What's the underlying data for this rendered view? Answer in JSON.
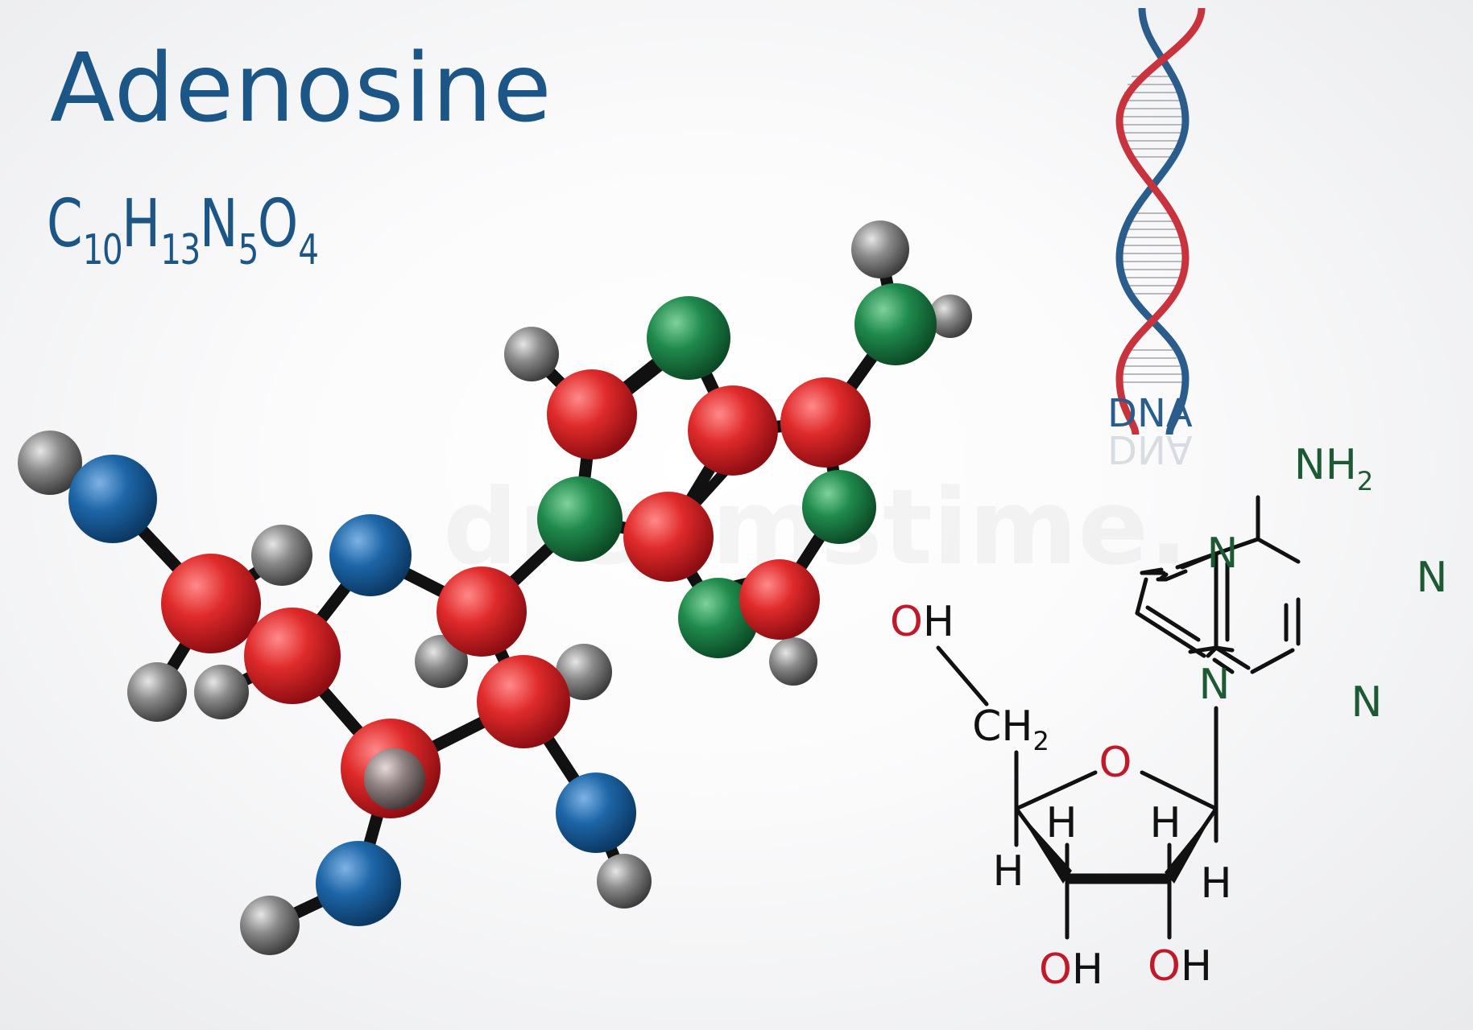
{
  "title": "Adenosine",
  "formula": {
    "parts": [
      {
        "el": "C",
        "n": "10"
      },
      {
        "el": "H",
        "n": "13"
      },
      {
        "el": "N",
        "n": "5"
      },
      {
        "el": "O",
        "n": "4"
      }
    ]
  },
  "dna": {
    "label": "DNA"
  },
  "watermark": "dreamstime.",
  "skeletal": {
    "nh2": {
      "main": "NH",
      "sub": "2"
    },
    "ch2": {
      "main": "CH",
      "sub": "2"
    },
    "oh_top": "OH",
    "oh_left": "OH",
    "oh_right": "OH",
    "ring_o": "O",
    "n1": "N",
    "n2": "N",
    "n3": "N",
    "n4": "N",
    "h1": "H",
    "h2": "H",
    "h3": "H",
    "h4": "H"
  },
  "colors": {
    "title": "#1b5686",
    "carbon_atom": "#e02a2a",
    "nitrogen_atom": "#1f8a4c",
    "oxygen_atom": "#1d66a8",
    "hydrogen_atom": "#8a8a8a",
    "bond": "#111111",
    "dna_red": "#c8333d",
    "dna_blue": "#2a5d8c"
  }
}
